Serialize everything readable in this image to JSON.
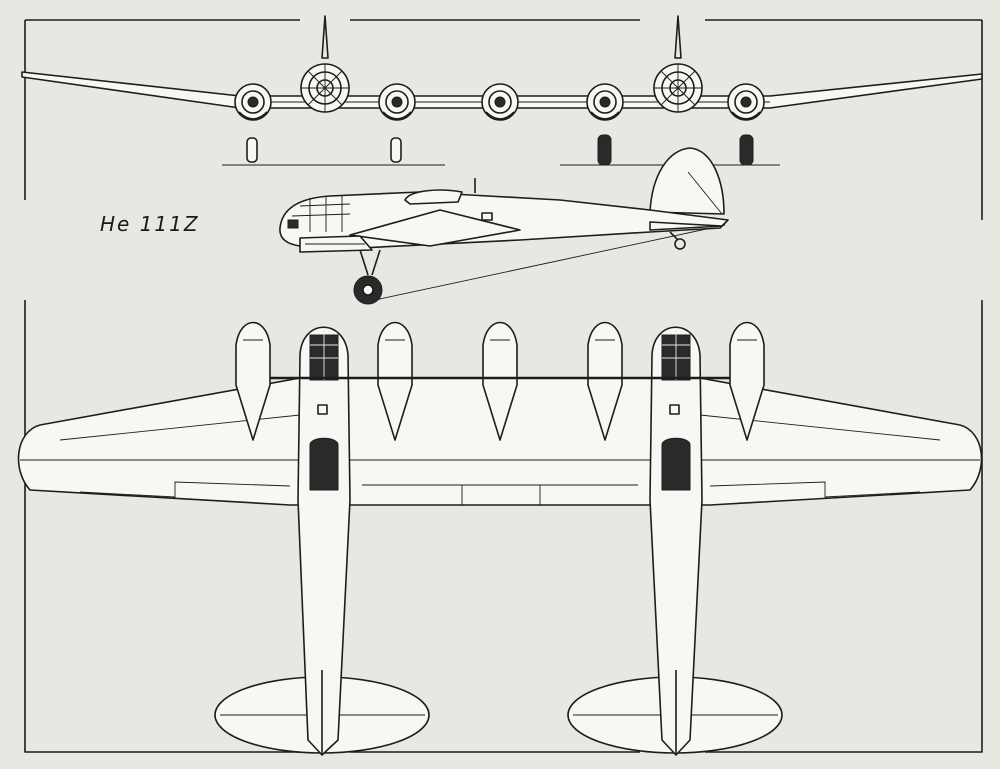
{
  "drawing": {
    "designation": "He 111Z",
    "views": [
      "front-view",
      "side-view",
      "plan-view"
    ],
    "colors": {
      "ink": "#1d1d1d",
      "paper": "#e9e7e2"
    }
  }
}
